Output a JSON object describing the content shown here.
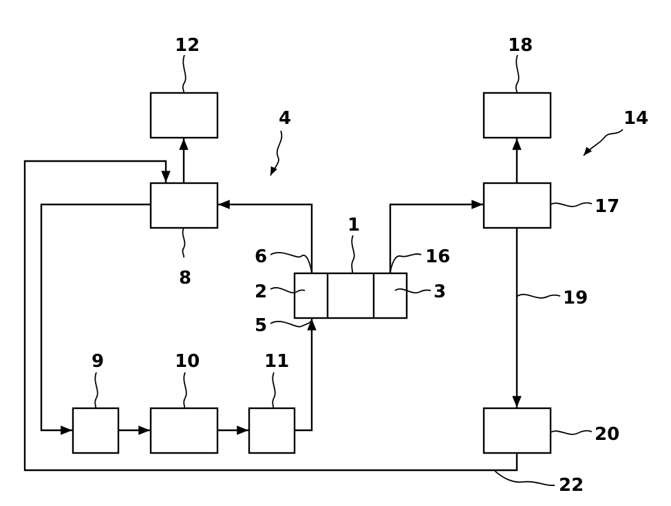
{
  "labels": {
    "n1": "1",
    "n2": "2",
    "n3": "3",
    "n4": "4",
    "n5": "5",
    "n6": "6",
    "n8": "8",
    "n9": "9",
    "n10": "10",
    "n11": "11",
    "n12": "12",
    "n14": "14",
    "n16": "16",
    "n17": "17",
    "n18": "18",
    "n19": "19",
    "n20": "20",
    "n22": "22"
  }
}
